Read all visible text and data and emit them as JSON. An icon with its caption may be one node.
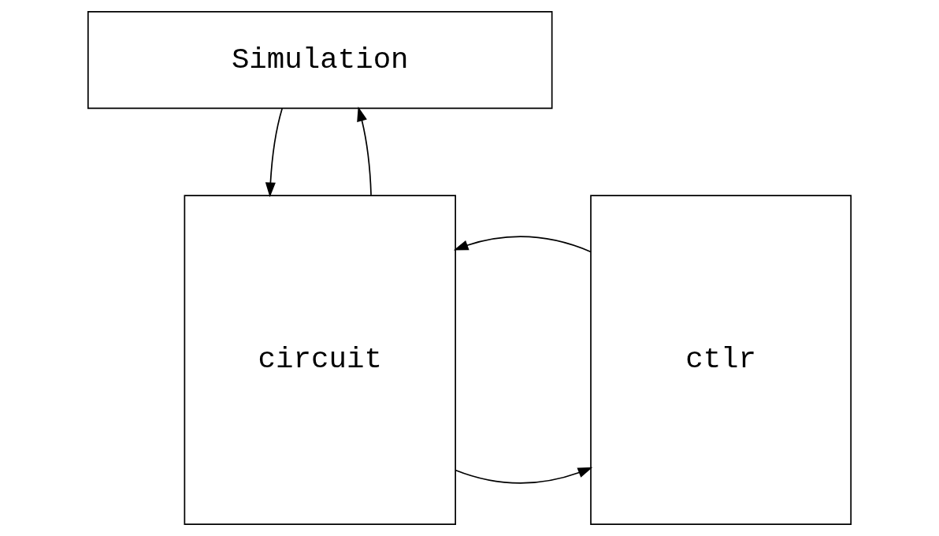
{
  "diagram": {
    "nodes": [
      {
        "text": [
          "Simulation"
        ]
      },
      {
        "text": [
          "circuit"
        ]
      },
      {
        "text": [
          "ctlr"
        ]
      }
    ],
    "edges": [
      {
        "from": 0,
        "to": 1,
        "arrow": "to"
      },
      {
        "from": 1,
        "to": 0,
        "arrow": "to"
      },
      {
        "from": 1,
        "to": 2,
        "arrow": "to"
      },
      {
        "from": 2,
        "to": 1,
        "arrow": "to"
      }
    ]
  }
}
